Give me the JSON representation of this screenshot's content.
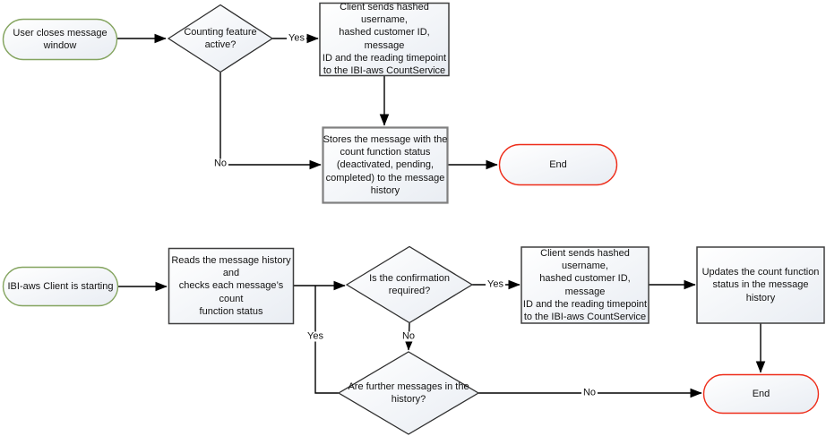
{
  "colors": {
    "start_border": "#84a45f",
    "end_border": "#ee2d1a",
    "box_border": "#3f3f3f",
    "stores_box_border": "#7f7f7f",
    "connector": "#000000",
    "text": "#121212",
    "shape_fill_top": "#ffffff",
    "shape_fill_bottom": "#e9edf3"
  },
  "nodes": {
    "top_start": "User closes message\nwindow",
    "top_decision": "Counting feature\nactive?",
    "top_send_box": "Client sends hashed username,\nhashed customer ID, message\nID and the reading timepoint\nto the IBI-aws CountService",
    "top_stores_box": "Stores the message with the\ncount function status\n(deactivated, pending,\ncompleted) to the message\nhistory",
    "top_end": "End",
    "bottom_start": "IBI-aws Client is starting",
    "bottom_reads_box": "Reads the message history and\nchecks each message’s count\nfunction status",
    "bottom_decision_confirmation": "Is the confirmation\nrequired?",
    "bottom_send_box": "Client sends hashed username,\nhashed customer ID, message\nID and the reading timepoint\nto the IBI-aws CountService",
    "bottom_updates_box": "Updates the count function\nstatus in the message history",
    "bottom_decision_further": "Are further messages in the\nhistory?",
    "bottom_end": "End"
  },
  "edge_labels": {
    "top_yes": "Yes",
    "top_no": "No",
    "confirm_yes": "Yes",
    "confirm_no": "No",
    "further_yes": "Yes",
    "further_no": "No"
  }
}
